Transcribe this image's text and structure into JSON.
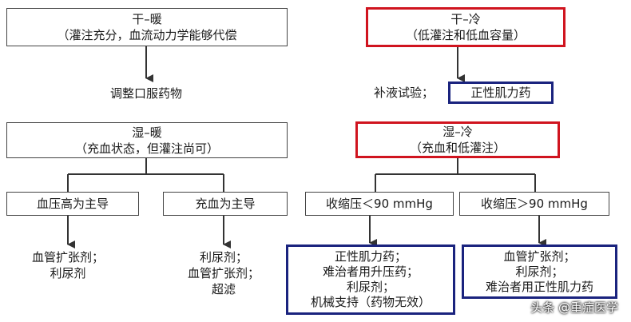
{
  "top_left": {
    "title": "干–暖",
    "subtitle": "（灌注充分，血流动力学能够代偿",
    "result": "调整口服药物"
  },
  "top_right": {
    "title": "干–冷",
    "subtitle": "（低灌注和低血容量）",
    "result_prefix": "补液试验；",
    "result_box": "正性肌力药"
  },
  "bottom_left": {
    "title": "湿–暖",
    "subtitle": "（充血状态，但灌注尚可）",
    "branch_left": {
      "label": "血压高为主导",
      "lines": [
        "血管扩张剂；",
        "利尿剂"
      ]
    },
    "branch_right": {
      "label": "充血为主导",
      "lines": [
        "利尿剂；",
        "血管扩张剂；",
        "超滤"
      ]
    }
  },
  "bottom_right": {
    "title": "湿–冷",
    "subtitle": "（充血和低灌注）",
    "branch_left": {
      "label": "收缩压＜90 mmHg",
      "lines": [
        "正性肌力药；",
        "难治者用升压药；",
        "利尿剂；",
        "机械支持（药物无效）"
      ]
    },
    "branch_right": {
      "label": "收缩压＞90 mmHg",
      "lines": [
        "血管扩张剂；",
        "利尿剂；",
        "难治者用正性肌力药"
      ]
    }
  },
  "watermark": "头条 @重症医学",
  "colors": {
    "highlight_red": "#d0141f",
    "highlight_blue": "#1a237e",
    "line": "#333333"
  }
}
